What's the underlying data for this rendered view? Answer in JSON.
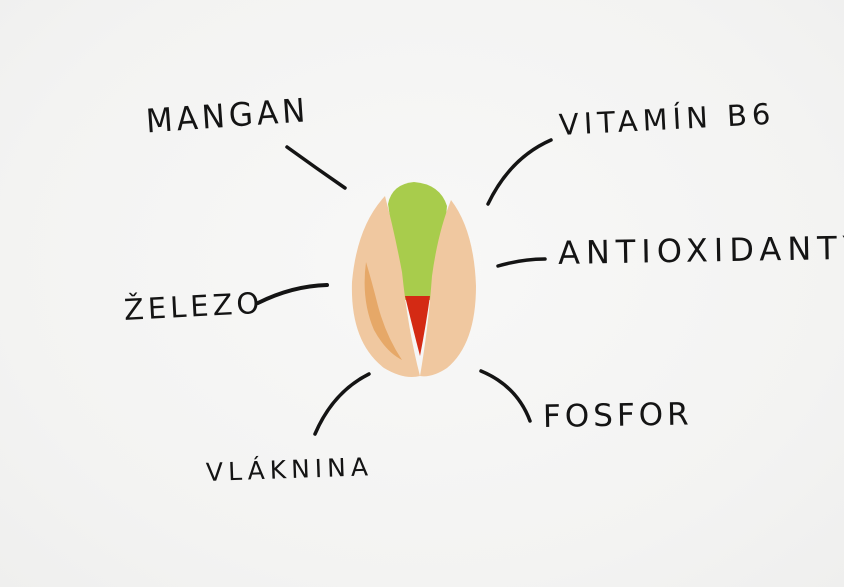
{
  "labels": {
    "mangan": "MANGAN",
    "vitamin_b6": "VITAMÍN B6",
    "antioxidanty": "ANTIOXIDANTY",
    "zelezo": "ŽELEZO",
    "fosfor": "FOSFOR",
    "vlaknina": "VLÁKNINA"
  },
  "colors": {
    "shell": "#f0c8a0",
    "shell_shadow": "#e6a868",
    "kernel_green": "#a8cc4c",
    "kernel_red": "#d42a14",
    "ink": "#141414"
  }
}
